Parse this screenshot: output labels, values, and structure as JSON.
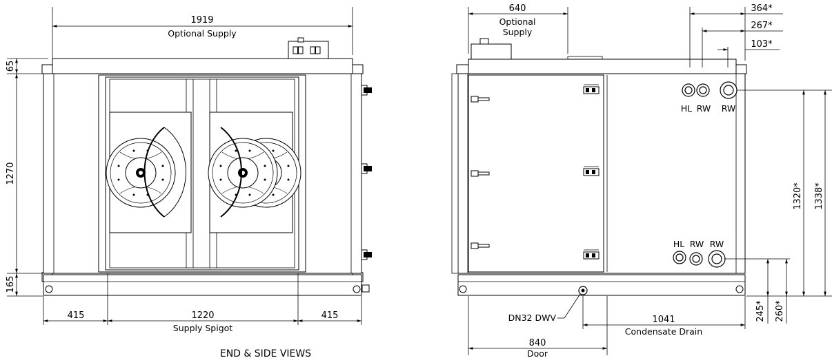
{
  "title": "END & SIDE VIEWS",
  "end_view": {
    "width_dim": "1919",
    "width_label": "Optional Supply",
    "top_dim": "65",
    "height_dim": "1270",
    "base_dim": "165",
    "left_dim": "415",
    "spigot_dim": "1220",
    "spigot_label": "Supply Spigot",
    "right_dim": "415"
  },
  "side_view": {
    "supply_dim": "640",
    "supply_label_1": "Optional",
    "supply_label_2": "Supply",
    "dim_364": "364*",
    "dim_267": "267*",
    "dim_103": "103*",
    "top_labels": [
      "HL",
      "RW",
      "RW"
    ],
    "bottom_labels": [
      "HL",
      "RW",
      "RW"
    ],
    "dim_1320": "1320*",
    "dim_1338": "1338*",
    "dim_245": "245*",
    "dim_260": "260*",
    "drain_label": "DN32 DWV",
    "condensate_dim": "1041",
    "condensate_label": "Condensate Drain",
    "door_dim": "840",
    "door_label": "Door"
  }
}
